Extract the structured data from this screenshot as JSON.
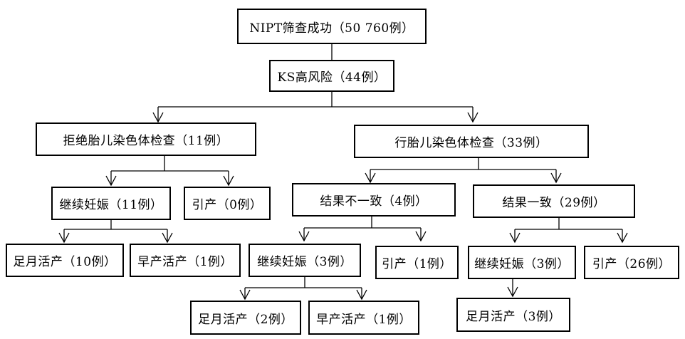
{
  "nodes": {
    "nipt": {
      "label": "NIPT筛查成功（50 760例）"
    },
    "ks": {
      "label": "KS高风险（44例）"
    },
    "refuse": {
      "label": "拒绝胎儿染色体检查（11例）"
    },
    "test": {
      "label": "行胎儿染色体检查（33例）"
    },
    "continue_a": {
      "label": "继续妊娠（11例）"
    },
    "induce_a": {
      "label": "引产（0例）"
    },
    "inconsistent": {
      "label": "结果不一致（4例）"
    },
    "consistent": {
      "label": "结果一致（29例）"
    },
    "fullterm_a": {
      "label": "足月活产（10例）"
    },
    "preterm_a": {
      "label": "早产活产（1例）"
    },
    "continue_b": {
      "label": "继续妊娠（3例）"
    },
    "induce_b": {
      "label": "引产（1例）"
    },
    "continue_c": {
      "label": "继续妊娠（3例）"
    },
    "induce_c": {
      "label": "引产（26例）"
    },
    "fullterm_b": {
      "label": "足月活产（2例）"
    },
    "preterm_b": {
      "label": "早产活产（1例）"
    },
    "fullterm_c": {
      "label": "足月活产（3例）"
    }
  }
}
